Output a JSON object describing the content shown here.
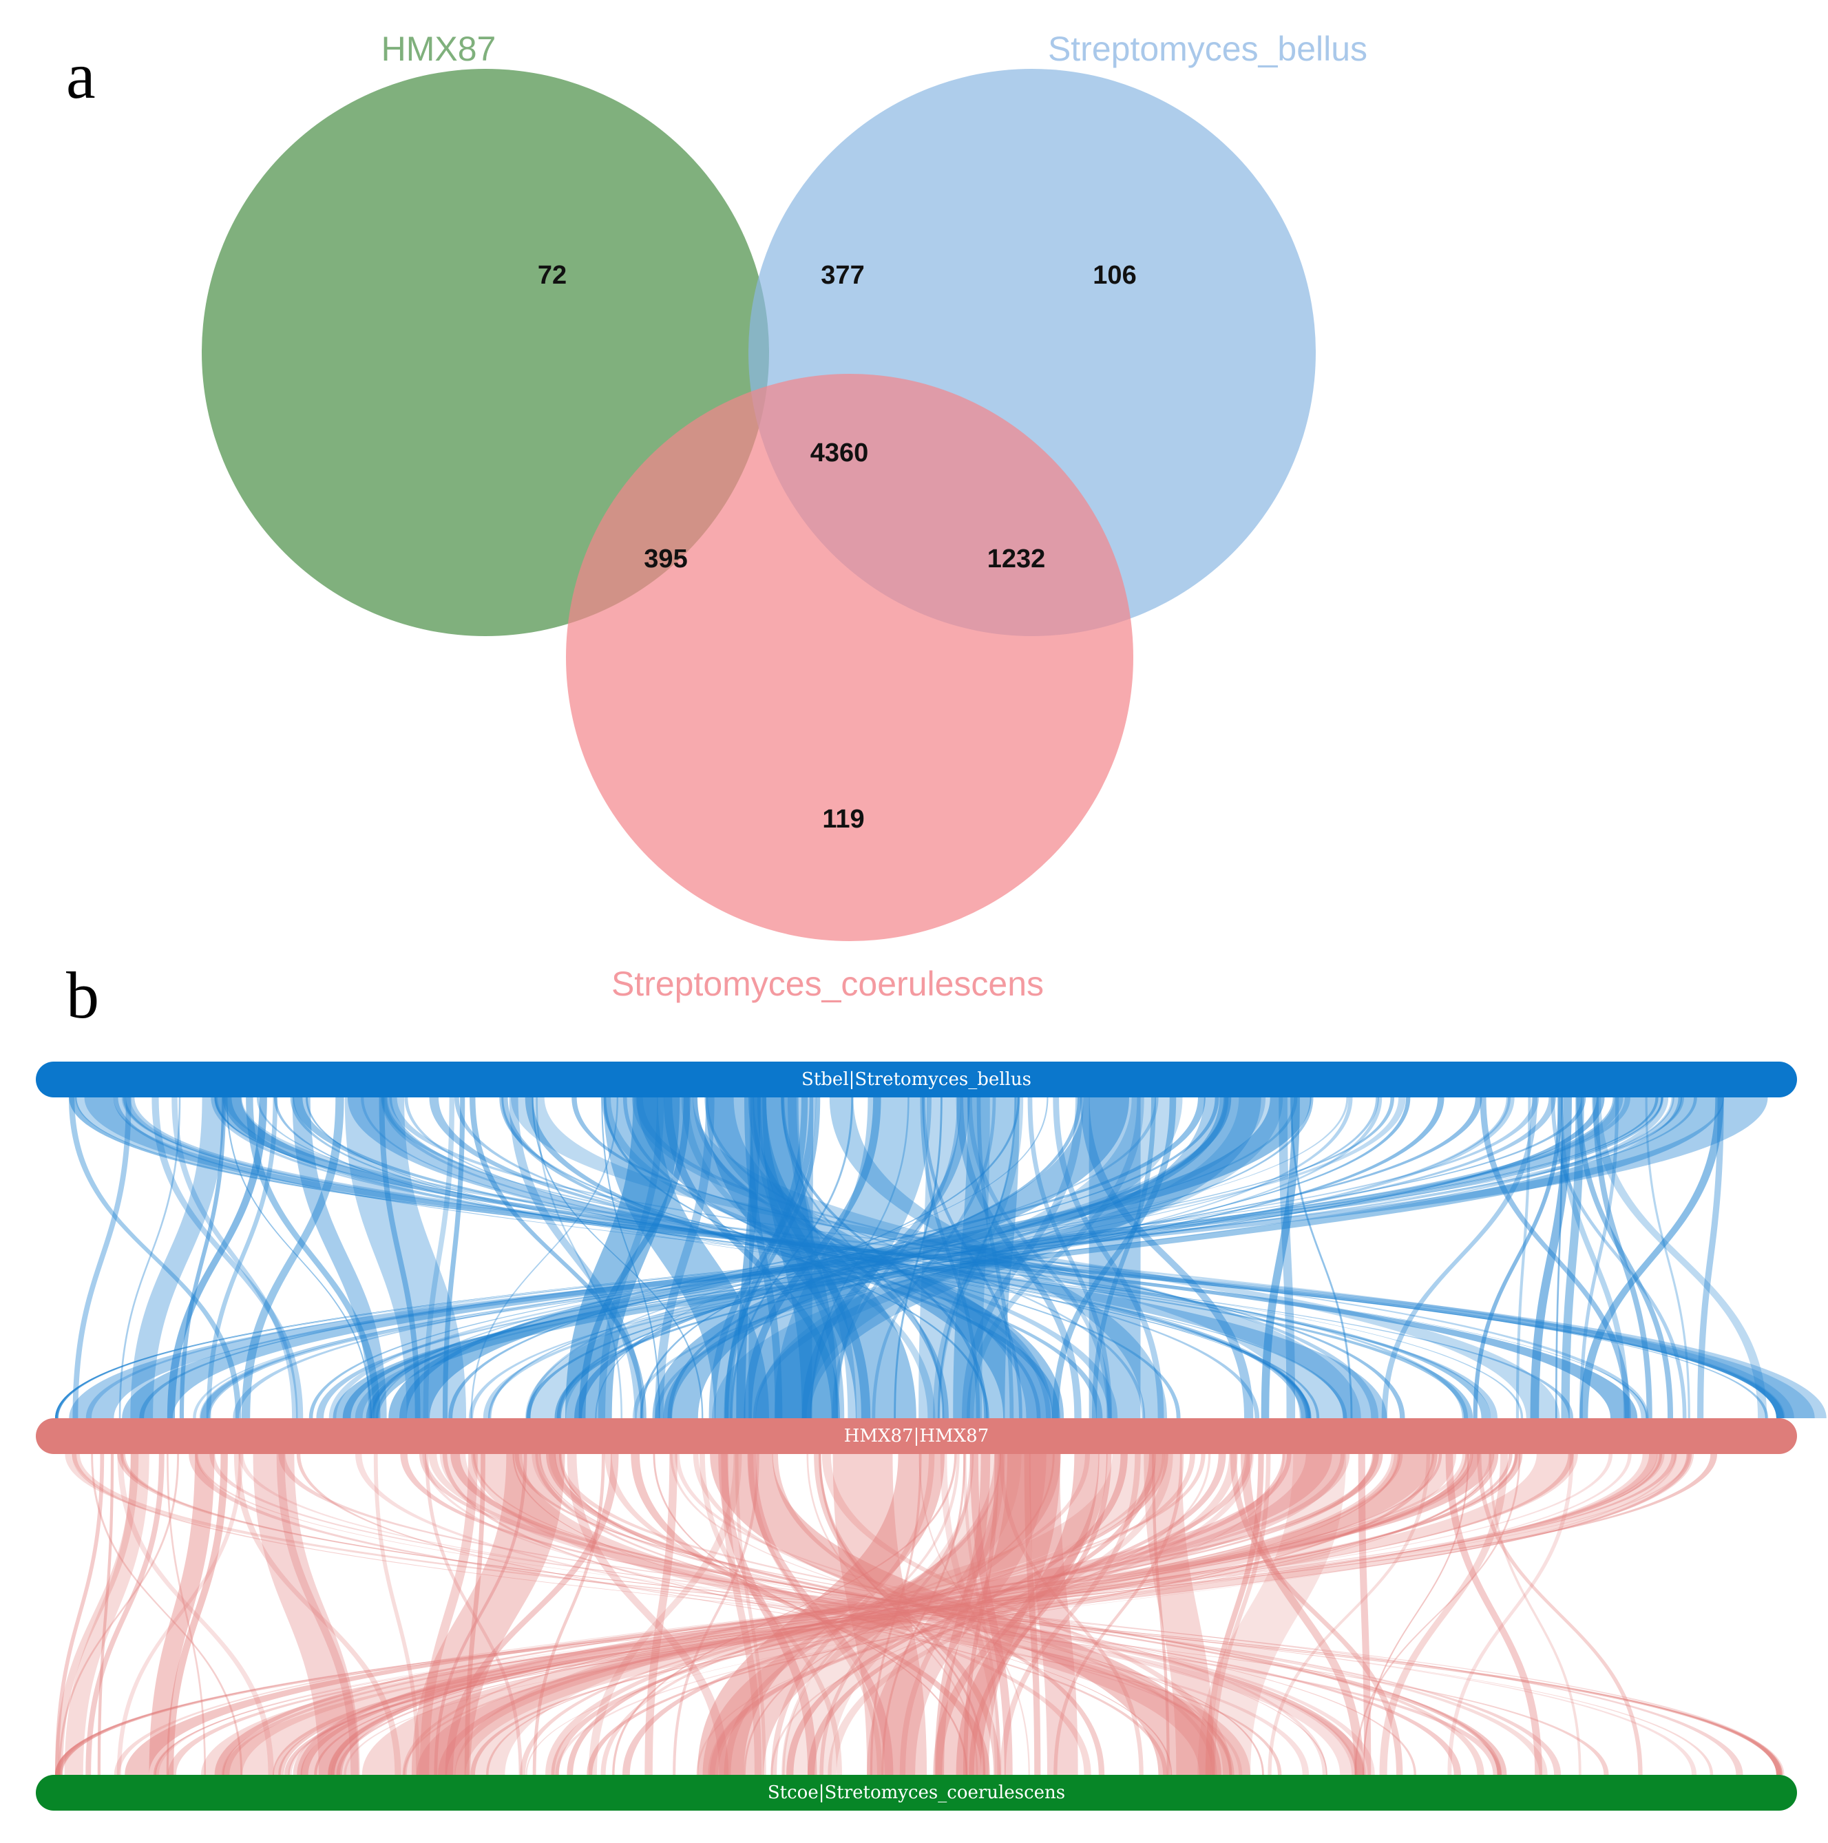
{
  "panel_a": {
    "letter": "a",
    "sets": [
      {
        "key": "hmx87",
        "label": "HMX87",
        "color": "#4a8f46"
      },
      {
        "key": "bellus",
        "label": "Streptomyces_bellus",
        "color": "#8bb8e2"
      },
      {
        "key": "coerulescens",
        "label": "Streptomyces_coerulescens",
        "color": "#f4868c"
      }
    ],
    "regions": {
      "hmx87_only": "72",
      "hmx87_bellus": "377",
      "bellus_only": "106",
      "all_three": "4360",
      "hmx87_coerulescens": "395",
      "bellus_coerulescens": "1232",
      "coerulescens_only": "119"
    }
  },
  "panel_b": {
    "letter": "b",
    "tracks": [
      {
        "key": "top",
        "label": "Stbel|Stretomyces_bellus",
        "color": "#0b77cc"
      },
      {
        "key": "middle",
        "label": "HMX87|HMX87",
        "color": "#de7d7a"
      },
      {
        "key": "bottom",
        "label": "Stcoe|Stretomyces_coerulescens",
        "color": "#078627"
      }
    ],
    "link_colors": {
      "upper": "#1a7fd0",
      "lower": "#e17a78"
    }
  }
}
